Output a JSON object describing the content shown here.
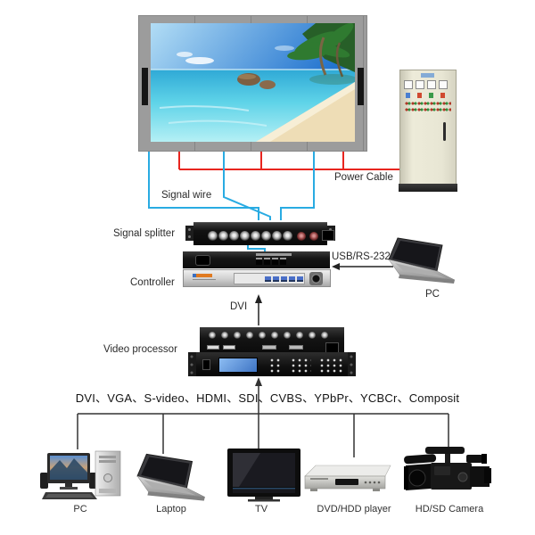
{
  "diagram": {
    "wire_labels": {
      "signal_wire": "Signal wire",
      "power_cable": "Power Cable",
      "usb_rs232": "USB/RS-232",
      "dvi": "DVI"
    },
    "equipment": {
      "signal_splitter": "Signal splitter",
      "controller": "Controller",
      "video_processor": "Video processor",
      "control_pc": "PC"
    },
    "source_formats": "DVI、VGA、S-video、HDMI、SDI、CVBS、YPbPr、YCBCr、Composit",
    "source_devices": [
      {
        "label": "PC"
      },
      {
        "label": "Laptop"
      },
      {
        "label": "TV"
      },
      {
        "label": "DVD/HDD player"
      },
      {
        "label": "HD/SD Camera"
      }
    ],
    "colors": {
      "signal_wire": "#29abe2",
      "power_cable": "#e8251f"
    }
  }
}
